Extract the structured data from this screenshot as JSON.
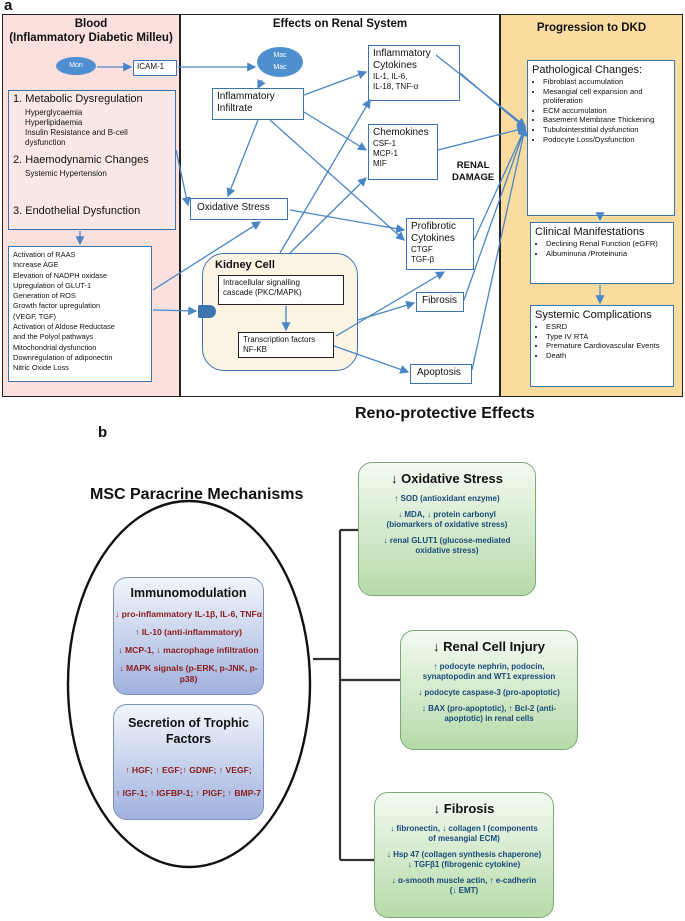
{
  "panel_a": {
    "label": "a",
    "blood": {
      "title1": "Blood",
      "title2": "(Inflammatory Diabetic Milleu)",
      "mon": "Mon",
      "icam": "ICAM-1",
      "item1": "1. Metabolic Dysregulation",
      "item1_sub": [
        "Hyperglycaemia",
        "Hyperlipidaemia",
        "Insulin Resistance and B-cell",
        "dysfunction"
      ],
      "item2": "2. Haemodynamic Changes",
      "item2_sub": "Systemic Hypertension",
      "item3": "3. Endothelial Dysfunction",
      "mechanisms": [
        "Activation of RAAS",
        "Increase AGE",
        "Elevation of NADPH oxidase",
        "Upregulation of GLUT-1",
        "Generation of ROS",
        "Growth factor upregulation",
        "(VEGF, TGF)",
        "Activation of Aldose Reductase",
        "and the Polyol pathways",
        "Mitochondrial dysfunction",
        "Downregulation of adiponectin",
        "Nitric Oxide Loss"
      ]
    },
    "renal": {
      "title": "Effects on Renal System",
      "mac1": "Mac",
      "mac2": "Mac",
      "inflam_infiltrate": [
        "Inflammatory",
        "Infiltrate"
      ],
      "cytokines_title": [
        "Inflammatory",
        "Cytokines"
      ],
      "cytokines_items": [
        "IL-1, IL-6,",
        "IL-18, TNF-α"
      ],
      "chemokines_title": "Chemokines",
      "chemokines_items": [
        "CSF-1",
        "MCP-1",
        "MIF"
      ],
      "renal_damage": [
        "RENAL",
        "DAMAGE"
      ],
      "oxidative": "Oxidative Stress",
      "profibrotic_title": [
        "Profibrotic",
        "Cytokines"
      ],
      "profibrotic_items": [
        "CTGF",
        "TGF-β"
      ],
      "kidney_cell": "Kidney Cell",
      "signalling": [
        "Intracellular signalling",
        "cascade (PKC/MAPK)"
      ],
      "transcription": [
        "Transcription factors",
        "NF-KB"
      ],
      "fibrosis": "Fibrosis",
      "apoptosis": "Apoptosis"
    },
    "dkd": {
      "title": "Progression to DKD",
      "patho_title": "Pathological Changes:",
      "patho_items": [
        "Fibroblast accumulation",
        "Mesangial cell expansion and proliferation",
        "ECM accumulation",
        "Basement Membrane Thickening",
        "Tubulointerstitial dysfunction",
        "Podocyte Loss/Dysfunction"
      ],
      "clinical_title": "Clinical Manifestations",
      "clinical_items": [
        "Declining Renal Function (eGFR)",
        "Albuminuria /Proteinuria"
      ],
      "systemic_title": "Systemic Complications",
      "systemic_items": [
        "ESRD",
        "Type IV RTA",
        "Premature Cardiovascular Events",
        "Death"
      ]
    }
  },
  "panel_b": {
    "label": "b",
    "left_title": "MSC Paracrine Mechanisms",
    "right_title": "Reno-protective Effects",
    "immuno_title": "Immunomodulation",
    "immuno_items": [
      "↓ pro-inflammatory IL-1β, IL-6, TNFα",
      "↑ IL-10 (anti-inflammatory)",
      "↓ MCP-1, ↓ macrophage infiltration",
      "↓ MAPK signals (p-ERK, p-JNK, p-p38)"
    ],
    "trophic_title": [
      "Secretion of Trophic",
      "Factors"
    ],
    "trophic_items": [
      "↑ HGF; ↑ EGF;↑ GDNF; ↑ VEGF;",
      "↑ IGF-1; ↑ IGFBP-1; ↑ PIGF; ↑ BMP-7"
    ],
    "oxid_title": "↓ Oxidative Stress",
    "oxid_items": [
      [
        "↑ SOD (antioxidant enzyme)"
      ],
      [
        "↓ MDA, ↓ protein carbonyl",
        "(biomarkers of oxidative stress)"
      ],
      [
        "↓ renal GLUT1 (glucose-mediated",
        "oxidative stress)"
      ]
    ],
    "renal_title": "↓ Renal Cell Injury",
    "renal_items": [
      [
        "↑ podocyte nephrin, podocin,",
        "synaptopodin and WT1 expression"
      ],
      [
        "↓ podocyte caspase-3 (pro-apoptotic)"
      ],
      [
        "↓ BAX (pro-apoptotic), ↑ Bcl-2 (anti-",
        "apoptotic) in renal cells"
      ]
    ],
    "fib_title": "↓ Fibrosis",
    "fib_items": [
      [
        "↓ fibronectin, ↓ collagen I  (components",
        "of mesangial ECM)"
      ],
      [
        "↓ Hsp 47 (collagen synthesis chaperone)",
        "↓ TGFβ1 (fibrogenic cytokine)"
      ],
      [
        "↓ α-smooth muscle actin, ↑ e-cadherin",
        "(↓ EMT)"
      ]
    ]
  }
}
